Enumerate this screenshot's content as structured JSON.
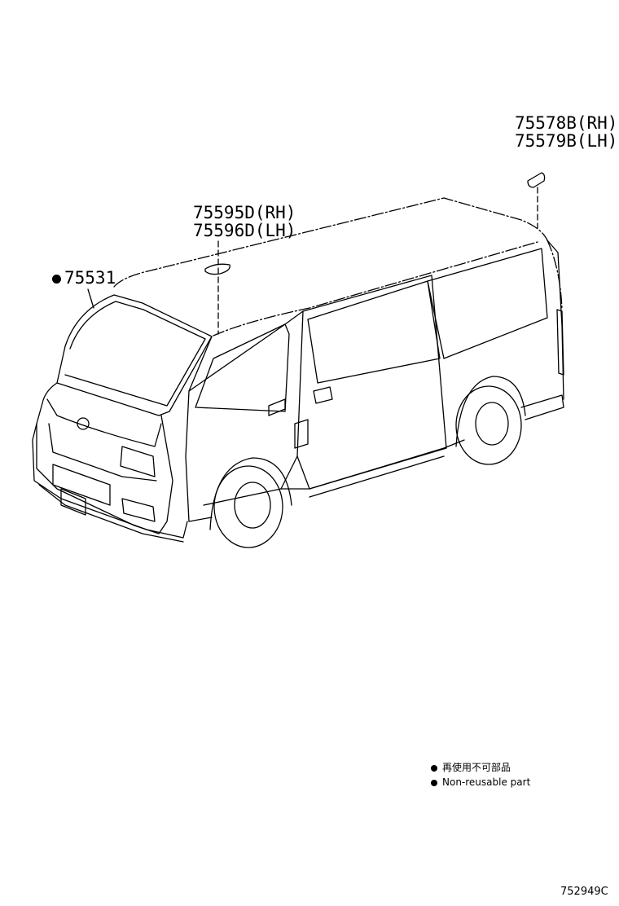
{
  "callouts": {
    "windshield": {
      "part": "75531",
      "marker": "non-reusable-dot"
    },
    "center_clip": {
      "line1": "75595D(RH)",
      "line2": "75596D(LH)"
    },
    "rear_clip": {
      "line1": "75578B(RH)",
      "line2": "75579B(LH)"
    }
  },
  "legend": {
    "items": [
      {
        "marker": "non-reusable-dot",
        "text": "再使用不可部品"
      },
      {
        "marker": "non-reusable-dot",
        "text": "Non-reusable part"
      }
    ]
  },
  "footer": {
    "diagram_code": "752949C"
  },
  "colors": {
    "ink": "#000000",
    "background": "#ffffff"
  }
}
